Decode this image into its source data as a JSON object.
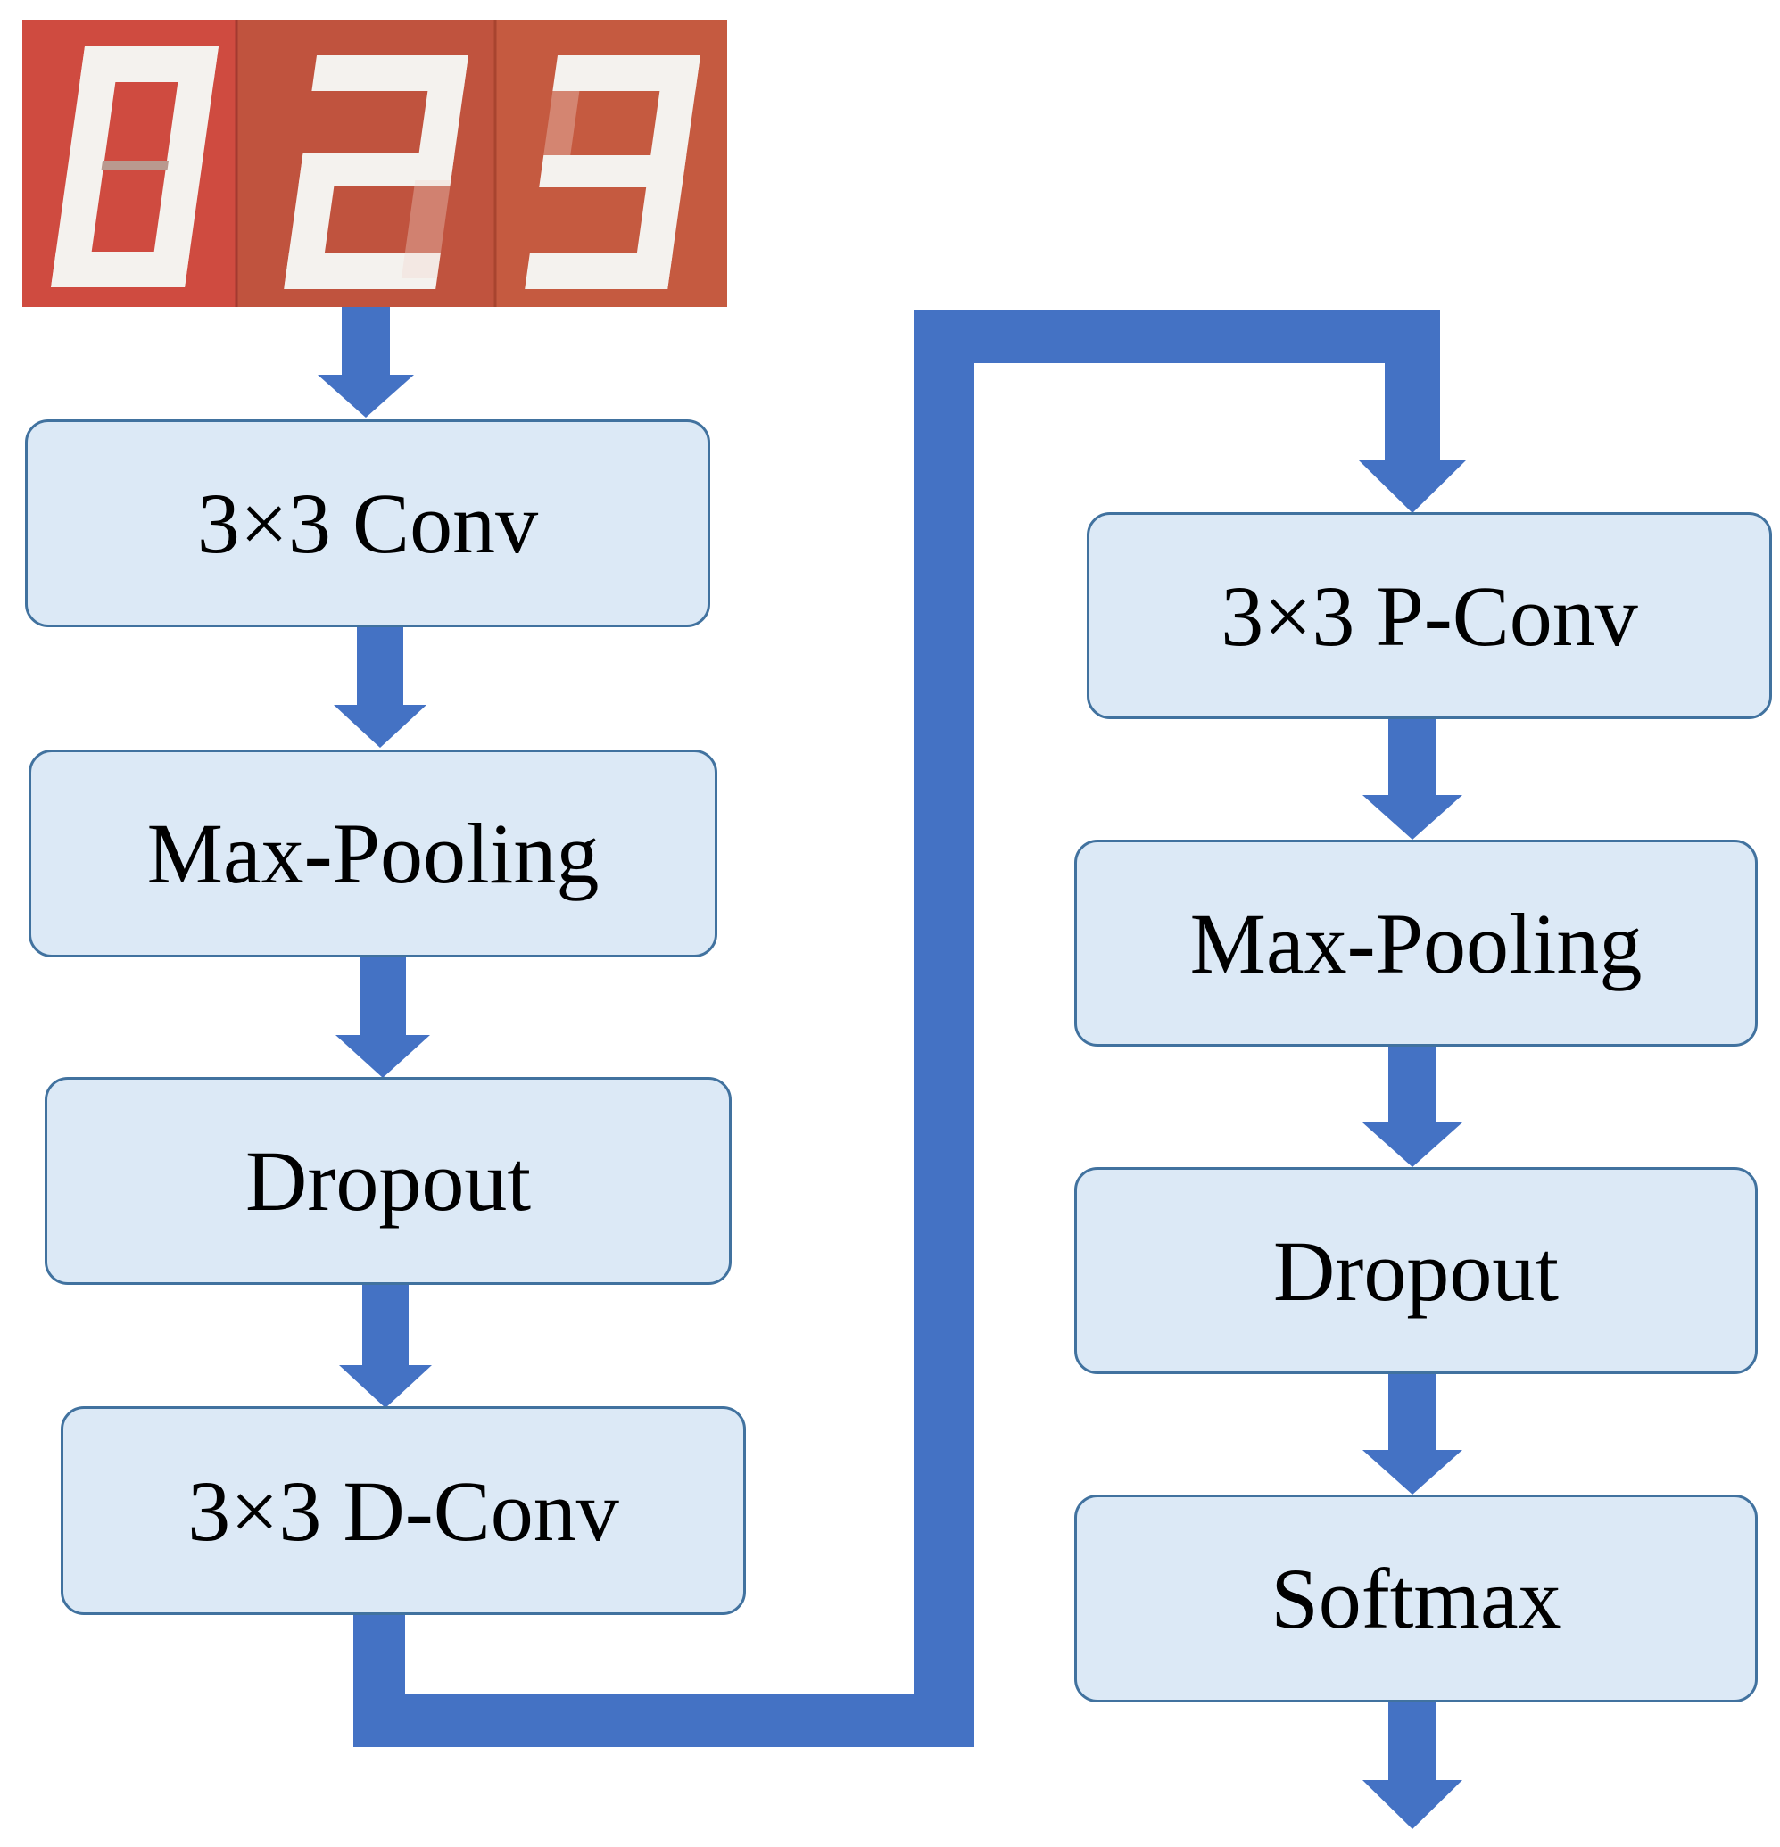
{
  "colors": {
    "arrow": "#4472c4",
    "box_fill": "#dce9f6",
    "box_border": "#41729f",
    "digit_bg": "#c8473d",
    "digit_fg": "#f4f2ee"
  },
  "input_image": {
    "digits": [
      "0",
      "2",
      "3"
    ]
  },
  "left_column": {
    "boxes": [
      {
        "label": "3×3 Conv"
      },
      {
        "label": "Max-Pooling"
      },
      {
        "label": "Dropout"
      },
      {
        "label": "3×3 D-Conv"
      }
    ]
  },
  "right_column": {
    "boxes": [
      {
        "label": "3×3 P-Conv"
      },
      {
        "label": "Max-Pooling"
      },
      {
        "label": "Dropout"
      },
      {
        "label": "Softmax"
      }
    ]
  }
}
